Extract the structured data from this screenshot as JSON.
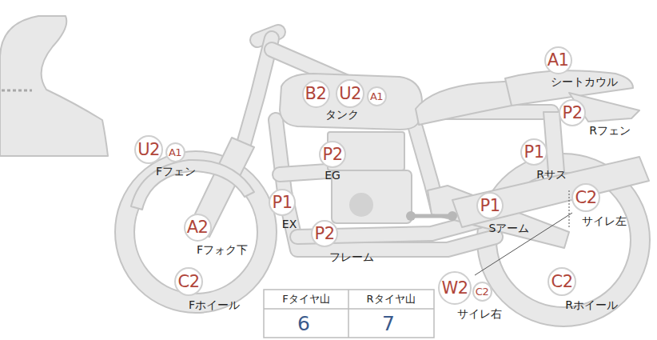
{
  "diagram": {
    "nodes": [
      {
        "text": [
          "A1"
        ]
      },
      {
        "text": [
          "B2"
        ]
      },
      {
        "text": [
          "U2"
        ]
      },
      {
        "text": [
          "A1"
        ]
      },
      {
        "text": [
          "P2"
        ]
      },
      {
        "text": [
          "U2"
        ]
      },
      {
        "text": [
          "A1"
        ]
      },
      {
        "text": [
          "P2"
        ]
      },
      {
        "text": [
          "P1"
        ]
      },
      {
        "text": [
          "P1"
        ]
      },
      {
        "text": [
          "C2"
        ]
      },
      {
        "text": [
          "P1"
        ]
      },
      {
        "text": [
          "A2"
        ]
      },
      {
        "text": [
          "P2"
        ]
      },
      {
        "text": [
          "C2"
        ]
      },
      {
        "text": [
          "W2"
        ]
      },
      {
        "text": [
          "C2"
        ]
      },
      {
        "text": [
          "C2"
        ]
      }
    ],
    "labels": [
      "シートカウル",
      "タンク",
      "Rフェン",
      "Fフェン",
      "EG",
      "Rサス",
      "EX",
      "サイレ左",
      "Sアーム",
      "Fフォク下",
      "フレーム",
      "Fホイール",
      "サイレ右",
      "Rホイール",
      "Fタイヤ山",
      "Rタイヤ山",
      "6",
      "7"
    ]
  }
}
